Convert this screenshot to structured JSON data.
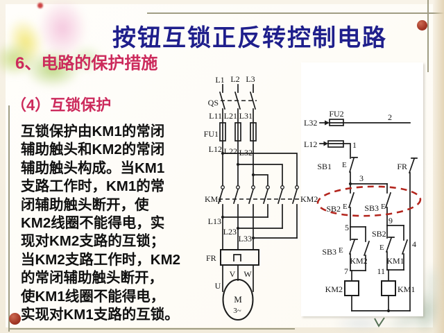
{
  "title": "按钮互锁正反转控制电路",
  "section_heading": "6、电路的保护措施",
  "sub_heading": "（4）互锁保护",
  "body": {
    "lines": [
      "互锁保护由KM1的常闭",
      "辅助触头和KM2的常闭",
      "辅助触头构成。当KM1",
      "支路工作时，KM1的常",
      "闭辅助触头断开，使",
      "KM2线圈不能得电，实",
      "现对KM2支路的互锁；",
      "当KM2支路工作时，KM2",
      "的常闭辅助触头断开，",
      "使KM1线圈不能得电，",
      "实现对KM1支路的互锁。"
    ]
  },
  "colors": {
    "title_text": "#1f1f8c",
    "heading_text": "#cc2a5c",
    "body_text": "#101010",
    "circuit_line": "#1b1b1b",
    "highlight_ellipse": "#b3251d",
    "accent_dot": "#a33726"
  },
  "main_circuit": {
    "phases": [
      "L1",
      "L2",
      "L3"
    ],
    "switch": "QS",
    "nodes_upper": [
      "L11",
      "L21",
      "L31"
    ],
    "fuse": "FU1",
    "nodes_mid": [
      "L12",
      "L22",
      "L32"
    ],
    "contactor_left": "KM1",
    "contactor_right": "KM2",
    "nodes_lower": [
      "L13",
      "L23",
      "L33"
    ],
    "relay": "FR",
    "motor_terminals": [
      "U",
      "V",
      "W"
    ],
    "motor_label": "M",
    "motor_phase": "3~"
  },
  "control_circuit": {
    "feed_l32": "L32",
    "feed_l12": "L12",
    "fuse": "FU2",
    "wire_numbers": {
      "n1": "1",
      "n2": "2",
      "n3": "3",
      "n4": "4",
      "n5": "5",
      "n7": "7",
      "n9": "9",
      "n11": "11"
    },
    "stop_button": "SB1",
    "start_fwd": "SB2",
    "start_rev": "SB3",
    "nc_left": "SB3",
    "nc_right": "SB2",
    "aux_left": "KM2",
    "aux_right": "KM1",
    "coil_left": "KM2",
    "coil_right": "KM1",
    "relay_contact": "FR",
    "actuator": "E"
  }
}
